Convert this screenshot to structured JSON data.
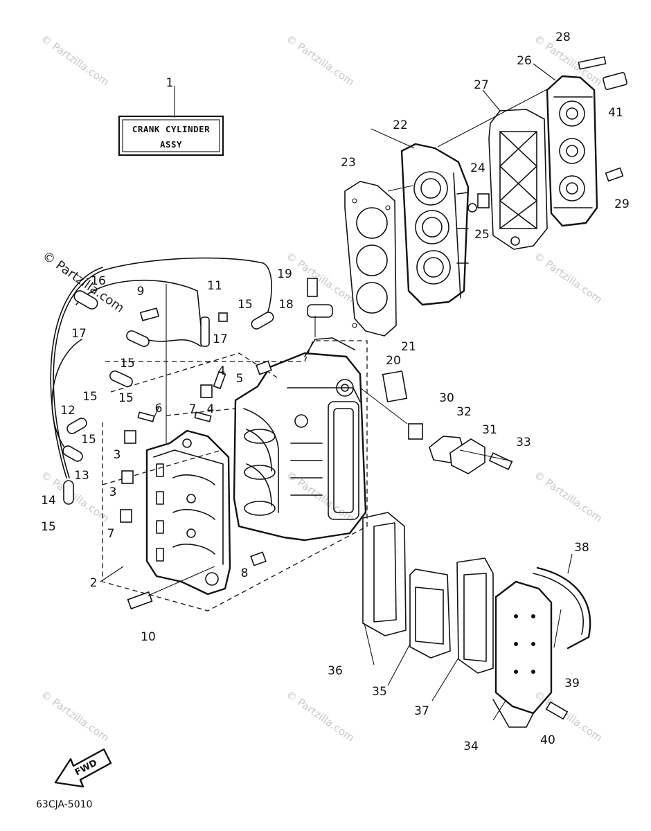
{
  "assembly_box": {
    "number": "1",
    "line1": "CRANK CYLINDER",
    "line2": "ASSY"
  },
  "diagram_code": "63CJA-5010",
  "fwd_label": "FWD",
  "watermark": "© Partzilla.com",
  "callouts": [
    {
      "id": "1"
    },
    {
      "id": "2"
    },
    {
      "id": "3a",
      "text": "3"
    },
    {
      "id": "3b",
      "text": "3"
    },
    {
      "id": "4a",
      "text": "4"
    },
    {
      "id": "4b",
      "text": "4"
    },
    {
      "id": "5"
    },
    {
      "id": "6"
    },
    {
      "id": "7a",
      "text": "7"
    },
    {
      "id": "7b",
      "text": "7"
    },
    {
      "id": "8"
    },
    {
      "id": "9"
    },
    {
      "id": "10"
    },
    {
      "id": "11"
    },
    {
      "id": "12"
    },
    {
      "id": "13"
    },
    {
      "id": "14"
    },
    {
      "id": "15a",
      "text": "15"
    },
    {
      "id": "15b",
      "text": "15"
    },
    {
      "id": "15c",
      "text": "15"
    },
    {
      "id": "15d",
      "text": "15"
    },
    {
      "id": "15e",
      "text": "15"
    },
    {
      "id": "15f",
      "text": "15"
    },
    {
      "id": "16"
    },
    {
      "id": "17a",
      "text": "17"
    },
    {
      "id": "17b",
      "text": "17"
    },
    {
      "id": "18"
    },
    {
      "id": "19"
    },
    {
      "id": "20"
    },
    {
      "id": "21"
    },
    {
      "id": "22"
    },
    {
      "id": "23"
    },
    {
      "id": "24"
    },
    {
      "id": "25"
    },
    {
      "id": "26"
    },
    {
      "id": "27"
    },
    {
      "id": "28"
    },
    {
      "id": "29"
    },
    {
      "id": "30"
    },
    {
      "id": "31"
    },
    {
      "id": "32"
    },
    {
      "id": "33"
    },
    {
      "id": "34"
    },
    {
      "id": "35"
    },
    {
      "id": "36"
    },
    {
      "id": "37"
    },
    {
      "id": "38"
    },
    {
      "id": "39"
    },
    {
      "id": "40"
    },
    {
      "id": "41"
    }
  ]
}
